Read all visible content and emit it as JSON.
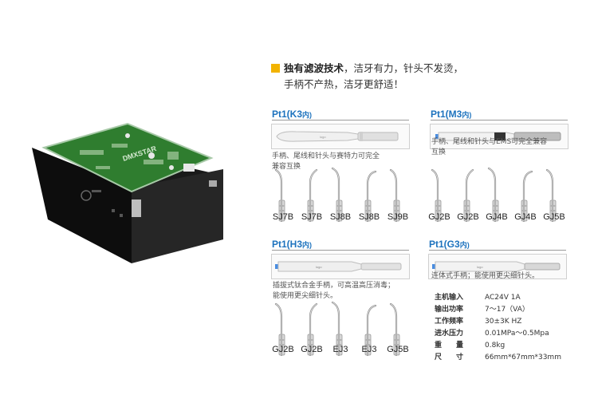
{
  "headline": {
    "title": "独有滤波技术",
    "line1_rest": "，洁牙有力，针头不发烫，",
    "line2": "手柄不产热，洁牙更舒适！"
  },
  "device_logo": "DMXSTAR",
  "sections": {
    "k3": {
      "title": "Pt1(K3",
      "title_sub": "内)",
      "note1": "手柄、尾线和针头与赛特力可完全",
      "note2": "兼容互换",
      "tips": [
        "SJ7B",
        "SJ7B",
        "SJ8B",
        "SJ8B",
        "SJ9B"
      ]
    },
    "m3": {
      "title": "Pt1(M3",
      "title_sub": "内)",
      "note1": "手柄、尾线和针头与EMS可完全兼容",
      "note2": "互换",
      "tips": [
        "GJ2B",
        "GJ2B",
        "GJ4B",
        "GJ4B",
        "GJ5B"
      ]
    },
    "h3": {
      "title": "Pt1(H3",
      "title_sub": "内)",
      "note1": "插拔式钛合金手柄，可高温高压消毒；",
      "note2": "能使用更尖细针头。",
      "tips": [
        "GJ2B",
        "GJ2B",
        "EJ3",
        "EJ3",
        "GJ5B"
      ]
    },
    "g3": {
      "title": "Pt1(G3",
      "title_sub": "内)",
      "note1": "连体式手柄；能使用更尖细针头。"
    }
  },
  "specs": [
    {
      "key": "主机输入",
      "value": "AC24V 1A"
    },
    {
      "key": "输出功率",
      "value": "7～17（VA）"
    },
    {
      "key": "工作频率",
      "value": "30±3K HZ"
    },
    {
      "key": "进水压力",
      "value": "0.01MPa～0.5Mpa"
    },
    {
      "key": "重　　量",
      "value": "0.8kg"
    },
    {
      "key": "尺　　寸",
      "value": "66mm*67mm*33mm"
    }
  ]
}
